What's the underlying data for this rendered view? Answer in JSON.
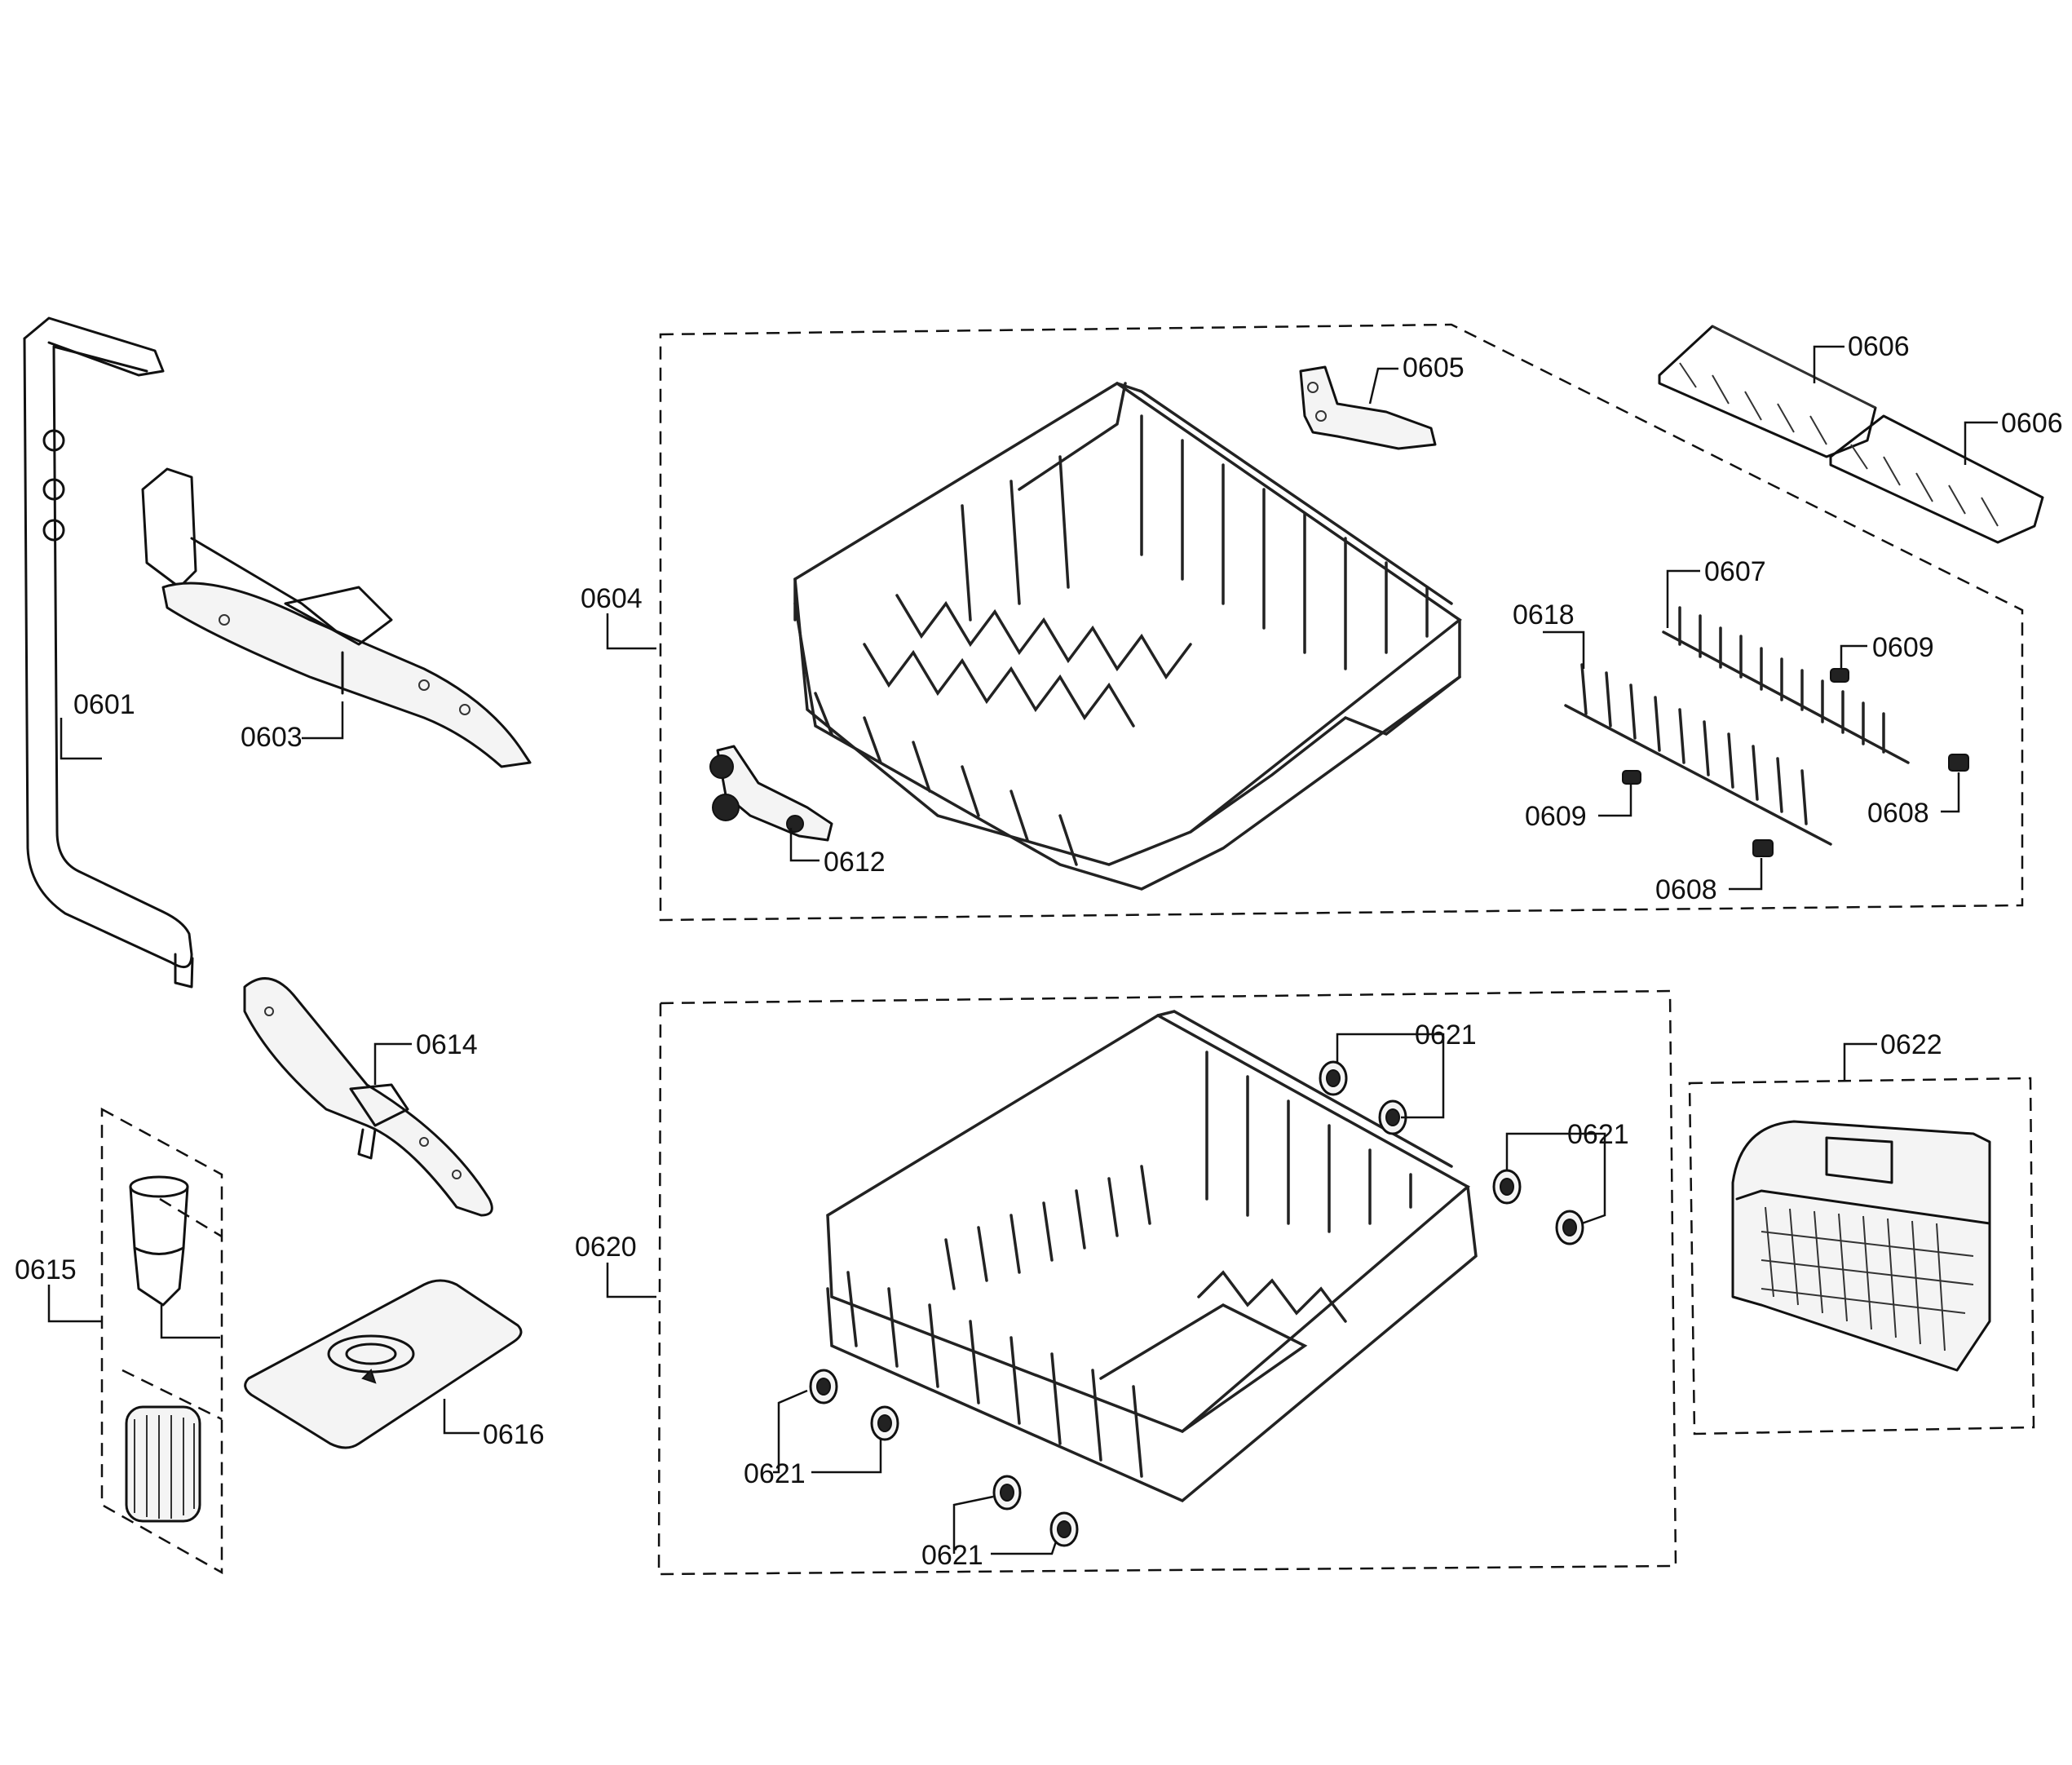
{
  "diagram": {
    "callouts": [
      {
        "id": "c0601",
        "label": "0601"
      },
      {
        "id": "c0603",
        "label": "0603"
      },
      {
        "id": "c0604",
        "label": "0604"
      },
      {
        "id": "c0605",
        "label": "0605"
      },
      {
        "id": "c0606a",
        "label": "0606"
      },
      {
        "id": "c0606b",
        "label": "0606"
      },
      {
        "id": "c0607",
        "label": "0607"
      },
      {
        "id": "c0608a",
        "label": "0608"
      },
      {
        "id": "c0608b",
        "label": "0608"
      },
      {
        "id": "c0609a",
        "label": "0609"
      },
      {
        "id": "c0609b",
        "label": "0609"
      },
      {
        "id": "c0612",
        "label": "0612"
      },
      {
        "id": "c0614",
        "label": "0614"
      },
      {
        "id": "c0615",
        "label": "0615"
      },
      {
        "id": "c0616",
        "label": "0616"
      },
      {
        "id": "c0618",
        "label": "0618"
      },
      {
        "id": "c0620",
        "label": "0620"
      },
      {
        "id": "c0621a",
        "label": "0621"
      },
      {
        "id": "c0621b",
        "label": "0621"
      },
      {
        "id": "c0621c",
        "label": "0621"
      },
      {
        "id": "c0621d",
        "label": "0621"
      },
      {
        "id": "c0622",
        "label": "0622"
      }
    ]
  }
}
